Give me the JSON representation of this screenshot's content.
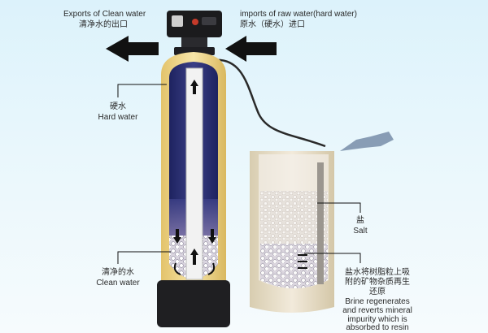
{
  "labels": {
    "clean_export_en": "Exports of Clean water",
    "clean_export_zh": "清净水的出口",
    "raw_import_en": "imports of raw water(hard water)",
    "raw_import_zh": "原水（硬水）进口",
    "hard_water_zh": "硬水",
    "hard_water_en": "Hard water",
    "clean_water_zh": "清净的水",
    "clean_water_en": "Clean water",
    "salt_zh": "盐",
    "salt_en": "Salt",
    "brine_zh_1": "盐水将树脂粒上吸",
    "brine_zh_2": "附的矿物杂质再生",
    "brine_zh_3": "还原",
    "brine_en_1": "Brine regenerates",
    "brine_en_2": "and reverts mineral",
    "brine_en_3": "impurity which is",
    "brine_en_4": "absorbed to resin"
  },
  "colors": {
    "tank_shell": "#f0d88a",
    "tank_inner": "#2b2f6e",
    "tank_base": "#1f1f22",
    "brine_tank": "#e9dec3",
    "arrow": "#111111"
  }
}
